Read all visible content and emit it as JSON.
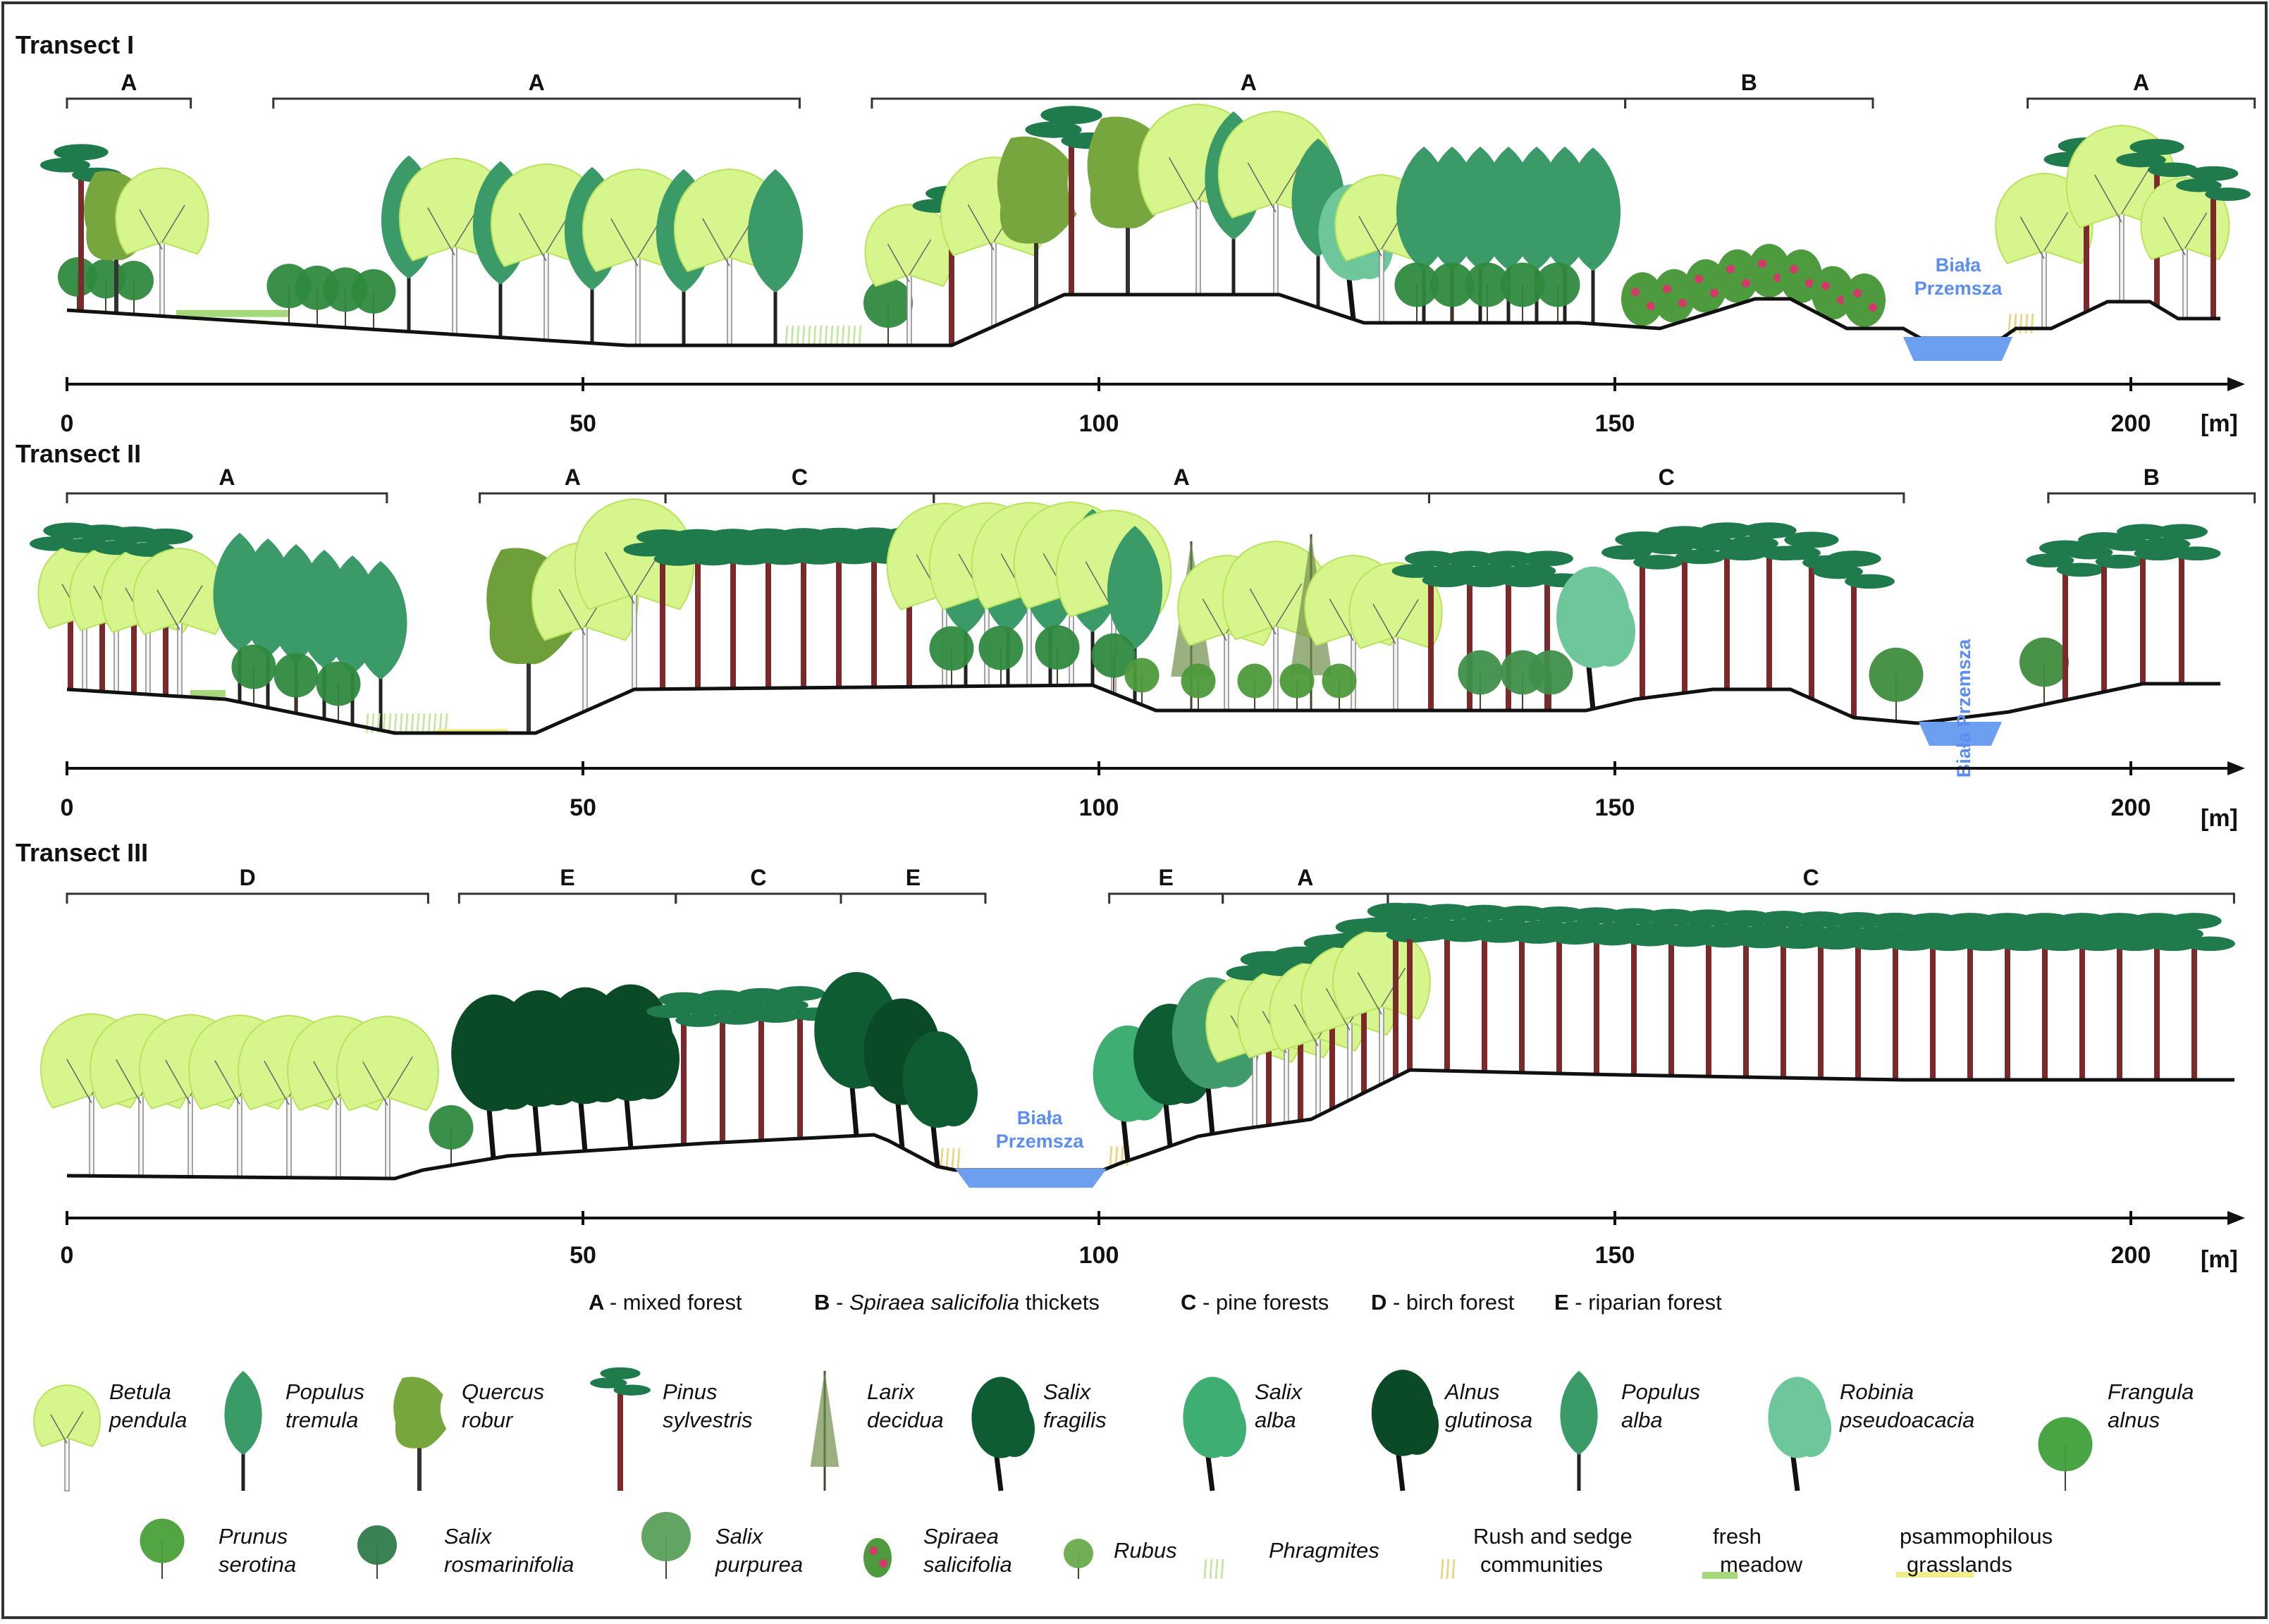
{
  "transects": [
    {
      "title": "Transect I",
      "zones": [
        {
          "label": "A",
          "from": 0,
          "to": 12
        },
        {
          "label": "A",
          "from": 20,
          "to": 71
        },
        {
          "label": "A",
          "from": 78,
          "to": 151
        },
        {
          "label": "B",
          "from": 151,
          "to": 175
        },
        {
          "label": "A",
          "from": 190,
          "to": 212
        }
      ],
      "river": {
        "name": "Biała Przemsza",
        "at": 181
      },
      "ticks": [
        "0",
        "50",
        "100",
        "150",
        "200"
      ],
      "unit": "[m]"
    },
    {
      "title": "Transect II",
      "zones": [
        {
          "label": "A",
          "from": 0,
          "to": 31
        },
        {
          "label": "A",
          "from": 40,
          "to": 58
        },
        {
          "label": "C",
          "from": 58,
          "to": 84
        },
        {
          "label": "A",
          "from": 84,
          "to": 132
        },
        {
          "label": "C",
          "from": 132,
          "to": 178
        },
        {
          "label": "B",
          "from": 192,
          "to": 212
        }
      ],
      "river": {
        "name": "Biała Przemsza",
        "at": 184
      },
      "ticks": [
        "0",
        "50",
        "100",
        "150",
        "200"
      ],
      "unit": "[m]"
    },
    {
      "title": "Transect III",
      "zones": [
        {
          "label": "D",
          "from": 0,
          "to": 35
        },
        {
          "label": "E",
          "from": 38,
          "to": 59
        },
        {
          "label": "C",
          "from": 59,
          "to": 75
        },
        {
          "label": "E",
          "from": 75,
          "to": 89
        },
        {
          "label": "E",
          "from": 101,
          "to": 112
        },
        {
          "label": "A",
          "from": 112,
          "to": 128
        },
        {
          "label": "C",
          "from": 128,
          "to": 210
        }
      ],
      "river": {
        "name": "Biała Przemsza",
        "at": 96
      },
      "ticks": [
        "0",
        "50",
        "100",
        "150",
        "200"
      ],
      "unit": "[m]"
    }
  ],
  "key": [
    {
      "code": "A",
      "text": "- mixed forest"
    },
    {
      "code": "B",
      "text": "- ",
      "italic": "Spiraea salicifolia",
      "rest": " thickets"
    },
    {
      "code": "C",
      "text": "- pine forests"
    },
    {
      "code": "D",
      "text": "- birch forest"
    },
    {
      "code": "E",
      "text": "- riparian forest"
    }
  ],
  "legend_row1": [
    {
      "icon": "birch-icon",
      "line1": "Betula",
      "line2": "pendula"
    },
    {
      "icon": "aspen-icon",
      "line1": "Populus",
      "line2": "tremula"
    },
    {
      "icon": "oak-icon",
      "line1": "Quercus",
      "line2": "robur"
    },
    {
      "icon": "pine-icon",
      "line1": "Pinus",
      "line2": "sylvestris"
    },
    {
      "icon": "larch-icon",
      "line1": "Larix",
      "line2": "decidua"
    },
    {
      "icon": "crack-willow-icon",
      "line1": "Salix",
      "line2": "fragilis"
    },
    {
      "icon": "white-willow-icon",
      "line1": "Salix",
      "line2": "alba"
    },
    {
      "icon": "alder-icon",
      "line1": "Alnus",
      "line2": "glutinosa"
    },
    {
      "icon": "white-poplar-icon",
      "line1": "Populus",
      "line2": "alba"
    },
    {
      "icon": "robinia-icon",
      "line1": "Robinia",
      "line2": "pseudoacacia"
    },
    {
      "icon": "frangula-icon",
      "line1": "Frangula",
      "line2": "alnus"
    }
  ],
  "legend_row2": [
    {
      "icon": "cherry-icon",
      "line1": "Prunus",
      "line2": "serotina",
      "italic": true
    },
    {
      "icon": "rosemary-willow-icon",
      "line1": "Salix",
      "line2": "rosmarinifolia",
      "italic": true
    },
    {
      "icon": "purple-willow-icon",
      "line1": "Salix",
      "line2": "purpurea",
      "italic": true
    },
    {
      "icon": "spiraea-icon",
      "line1": "Spiraea",
      "line2": "salicifolia",
      "italic": true
    },
    {
      "icon": "rubus-icon",
      "line1": "Rubus",
      "line2": "",
      "italic": true
    },
    {
      "icon": "reed-icon",
      "line1": "Phragmites",
      "line2": "",
      "italic": true
    },
    {
      "icon": "rush-icon",
      "line1": "Rush and sedge",
      "line2": "communities",
      "italic": false
    },
    {
      "icon": "meadow-icon",
      "line1": "fresh",
      "line2": "meadow",
      "italic": false
    },
    {
      "icon": "grassland-icon",
      "line1": "psammophilous",
      "line2": "grasslands",
      "italic": false
    }
  ],
  "colors": {
    "birch": "#d6f58c",
    "birch_dark": "#b9e35e",
    "aspen": "#3a9a68",
    "oak": "#77a63f",
    "pine_crown": "#1f7a4c",
    "trunk": "#7a2a2a",
    "willow_dark": "#0e5c32",
    "willow_alba": "#3fae72",
    "alder": "#0b4a26",
    "white_poplar": "#3f9b6a",
    "robinia": "#6dc79a",
    "shrub": "#2f8a3e",
    "spiraea_flower": "#d23a6a",
    "river": "#6d9ff0",
    "river_text": "#5b8ef0",
    "ground": "#111111",
    "grassland": "#f0ee8a",
    "meadow": "#8fce5a",
    "reed": "#c9e8a6"
  }
}
